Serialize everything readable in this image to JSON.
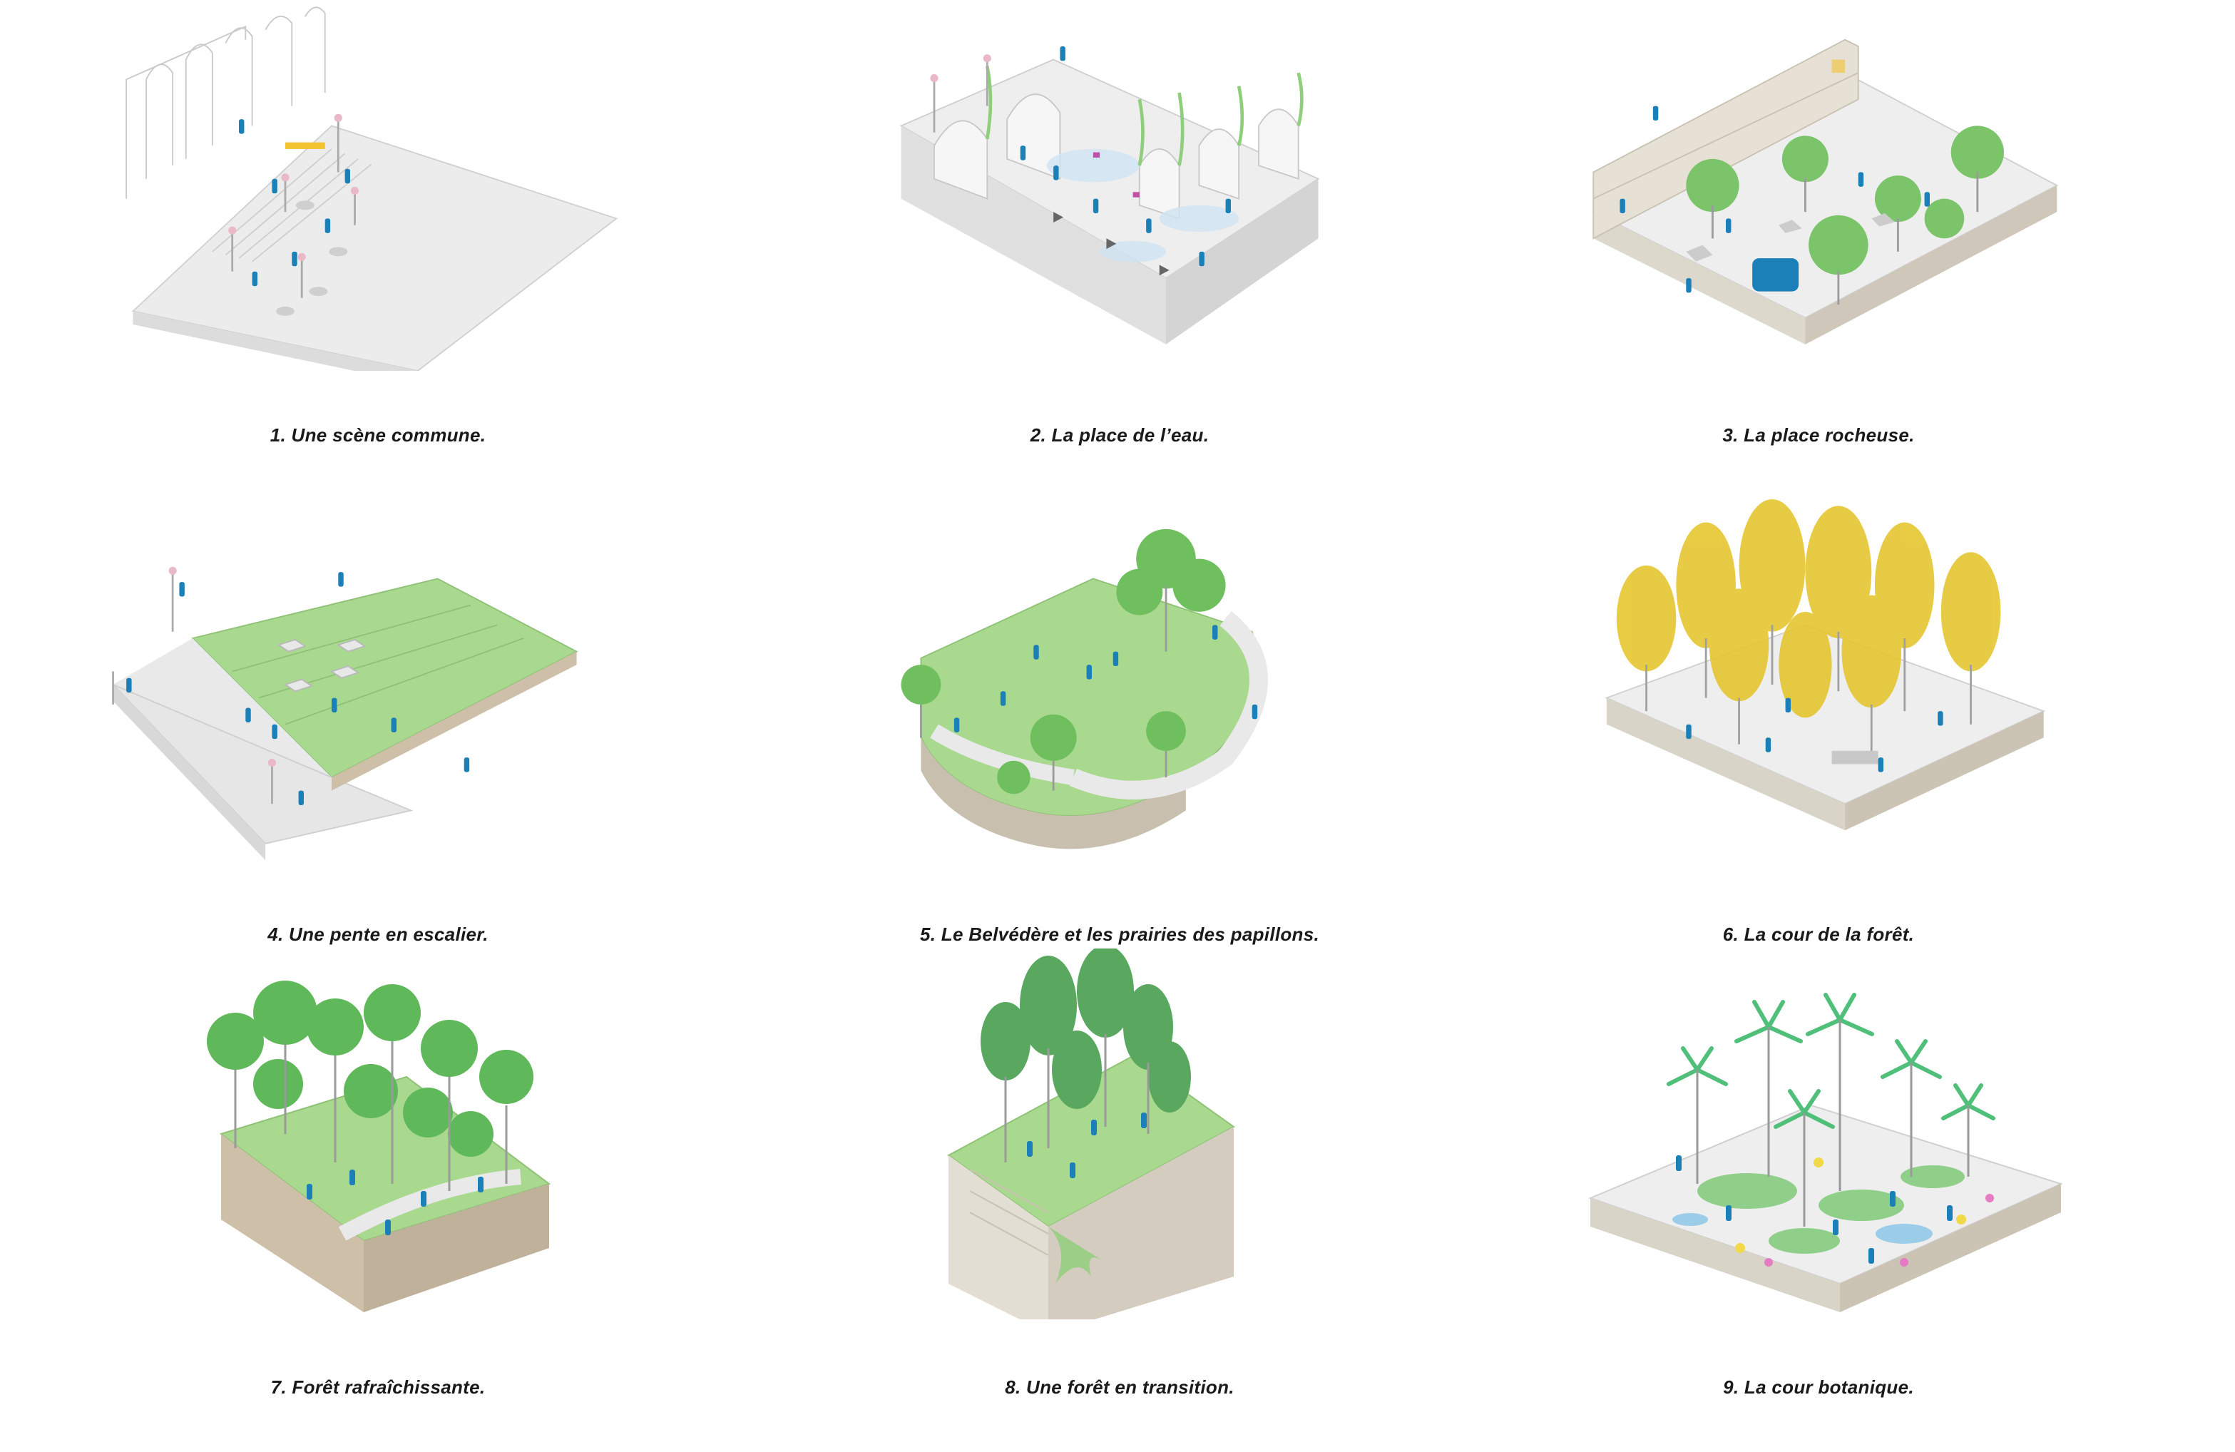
{
  "panels": [
    {
      "id": 1,
      "caption": "1. Une scène commune.",
      "theme": "plaza",
      "accent": "#e9b9c8"
    },
    {
      "id": 2,
      "caption": "2. La place de l’eau.",
      "theme": "water",
      "accent": "#8fce7a"
    },
    {
      "id": 3,
      "caption": "3. La place rocheuse.",
      "theme": "rock",
      "accent": "#7cc46a"
    },
    {
      "id": 4,
      "caption": "4. Une pente en escalier.",
      "theme": "slope",
      "accent": "#9fd486"
    },
    {
      "id": 5,
      "caption": "5. Le Belvédère et les prairies des papillons.",
      "theme": "meadow",
      "accent": "#8ccf78"
    },
    {
      "id": 6,
      "caption": "6. La cour de la forêt.",
      "theme": "yellow-forest",
      "accent": "#e6c630"
    },
    {
      "id": 7,
      "caption": "7. Forêt rafraîchissante.",
      "theme": "cool-forest",
      "accent": "#5fb85a"
    },
    {
      "id": 8,
      "caption": "8. Une forêt en transition.",
      "theme": "transition-forest",
      "accent": "#5aa860"
    },
    {
      "id": 9,
      "caption": "9. La cour botanique.",
      "theme": "botanical",
      "accent": "#4fbf7a"
    }
  ],
  "colors": {
    "ground": "#ebebeb",
    "ground_side": "#d9d6cf",
    "soil": "#cfc5b2",
    "figure": "#1b7fb8",
    "caption_text": "#1a1a1a"
  }
}
